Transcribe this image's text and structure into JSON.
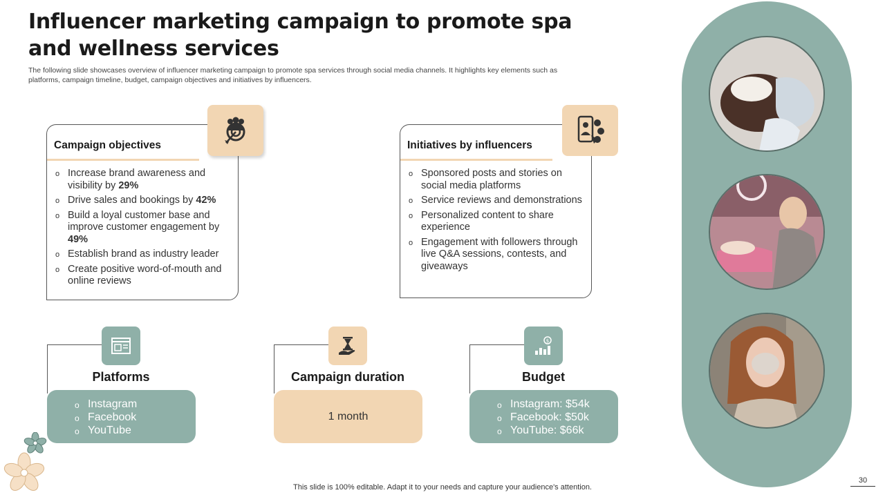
{
  "title": "Influencer marketing campaign to promote spa and wellness services",
  "subtitle": "The following slide showcases overview of influencer marketing campaign to promote spa services through social media channels. It highlights key elements such as platforms, campaign timeline, budget, campaign objectives and initiatives by influencers.",
  "objectives": {
    "heading": "Campaign objectives",
    "icon": "team-target-icon",
    "items": [
      {
        "text": "Increase brand awareness and visibility by ",
        "bold": "29%"
      },
      {
        "text": "Drive sales and bookings by ",
        "bold": "42%"
      },
      {
        "text": "Build a loyal customer base and improve customer engagement by ",
        "bold": "49%"
      },
      {
        "text": "Establish brand as industry leader",
        "bold": ""
      },
      {
        "text": "Create positive word-of-mouth and online reviews",
        "bold": ""
      }
    ]
  },
  "initiatives": {
    "heading": "Initiatives by influencers",
    "icon": "influencer-phone-icon",
    "items": [
      "Sponsored posts and stories on social media platforms",
      "Service reviews and demonstrations",
      "Personalized content to share experience",
      "Engagement with followers through live Q&A sessions, contests, and giveaways"
    ]
  },
  "platforms": {
    "heading": "Platforms",
    "icon": "browser-window-icon",
    "items": [
      "Instagram",
      "Facebook",
      "YouTube"
    ]
  },
  "duration": {
    "heading": "Campaign duration",
    "icon": "hourglass-hand-icon",
    "value": "1 month"
  },
  "budget": {
    "heading": "Budget",
    "icon": "growth-dollar-icon",
    "items": [
      "Instagram:  $54k",
      "Facebook: $50k",
      "YouTube:  $66k"
    ]
  },
  "colors": {
    "sage": "#8fb0a8",
    "peach": "#f2d6b3"
  },
  "footer": "This slide is 100% editable. Adapt it to your needs and capture your audience's attention.",
  "page_number": "30"
}
